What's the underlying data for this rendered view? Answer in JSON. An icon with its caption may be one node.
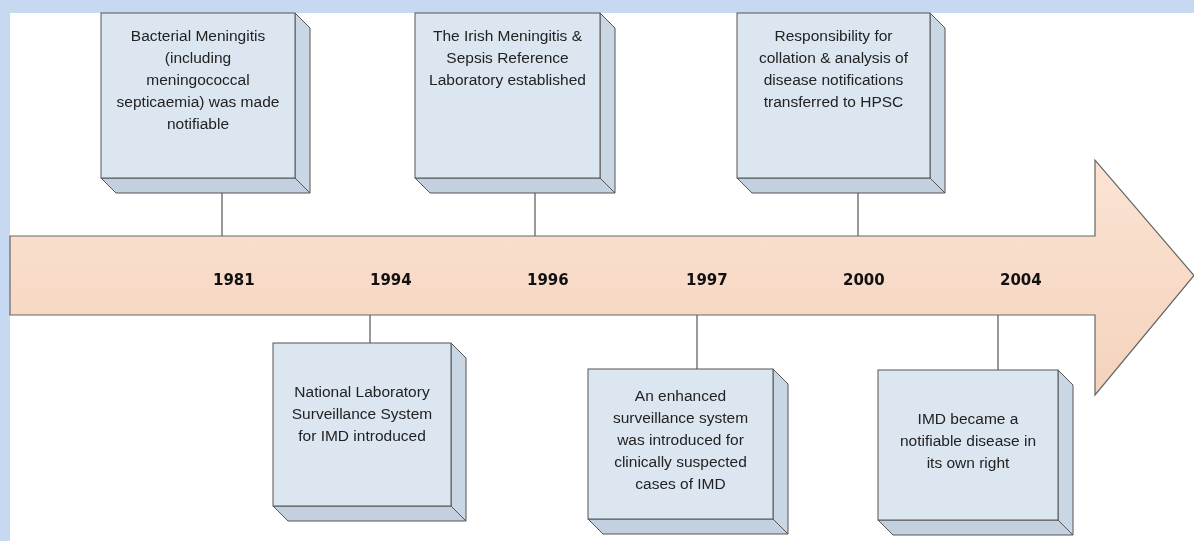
{
  "diagram": {
    "nodes": [
      {
        "text": [
          "Bacterial Meningitis (including meningococcal septicaemia) was made notifiable"
        ]
      },
      {
        "text": [
          "National Laboratory Surveillance System for IMD introduced"
        ]
      },
      {
        "text": [
          "The Irish Meningitis & Sepsis Reference Laboratory established"
        ]
      },
      {
        "text": [
          "An enhanced surveillance system was introduced for clinically suspected cases of IMD"
        ]
      },
      {
        "text": [
          "Responsibility for collation & analysis of disease notifications transferred to HPSC"
        ]
      },
      {
        "text": [
          "IMD became a notifiable disease in its own right"
        ]
      },
      {
        "text": [],
        "shape": "arrow"
      }
    ],
    "edges": [
      {
        "from": 0,
        "to": 6,
        "arrow": "none"
      },
      {
        "from": 1,
        "to": 6,
        "arrow": "none"
      },
      {
        "from": 2,
        "to": 6,
        "arrow": "none"
      },
      {
        "from": 3,
        "to": 6,
        "arrow": "none"
      },
      {
        "from": 4,
        "to": 6,
        "arrow": "none"
      },
      {
        "from": 5,
        "to": 6,
        "arrow": "none"
      }
    ],
    "labels": [
      "1981",
      "1994",
      "1996",
      "1997",
      "2000",
      "2004"
    ]
  }
}
